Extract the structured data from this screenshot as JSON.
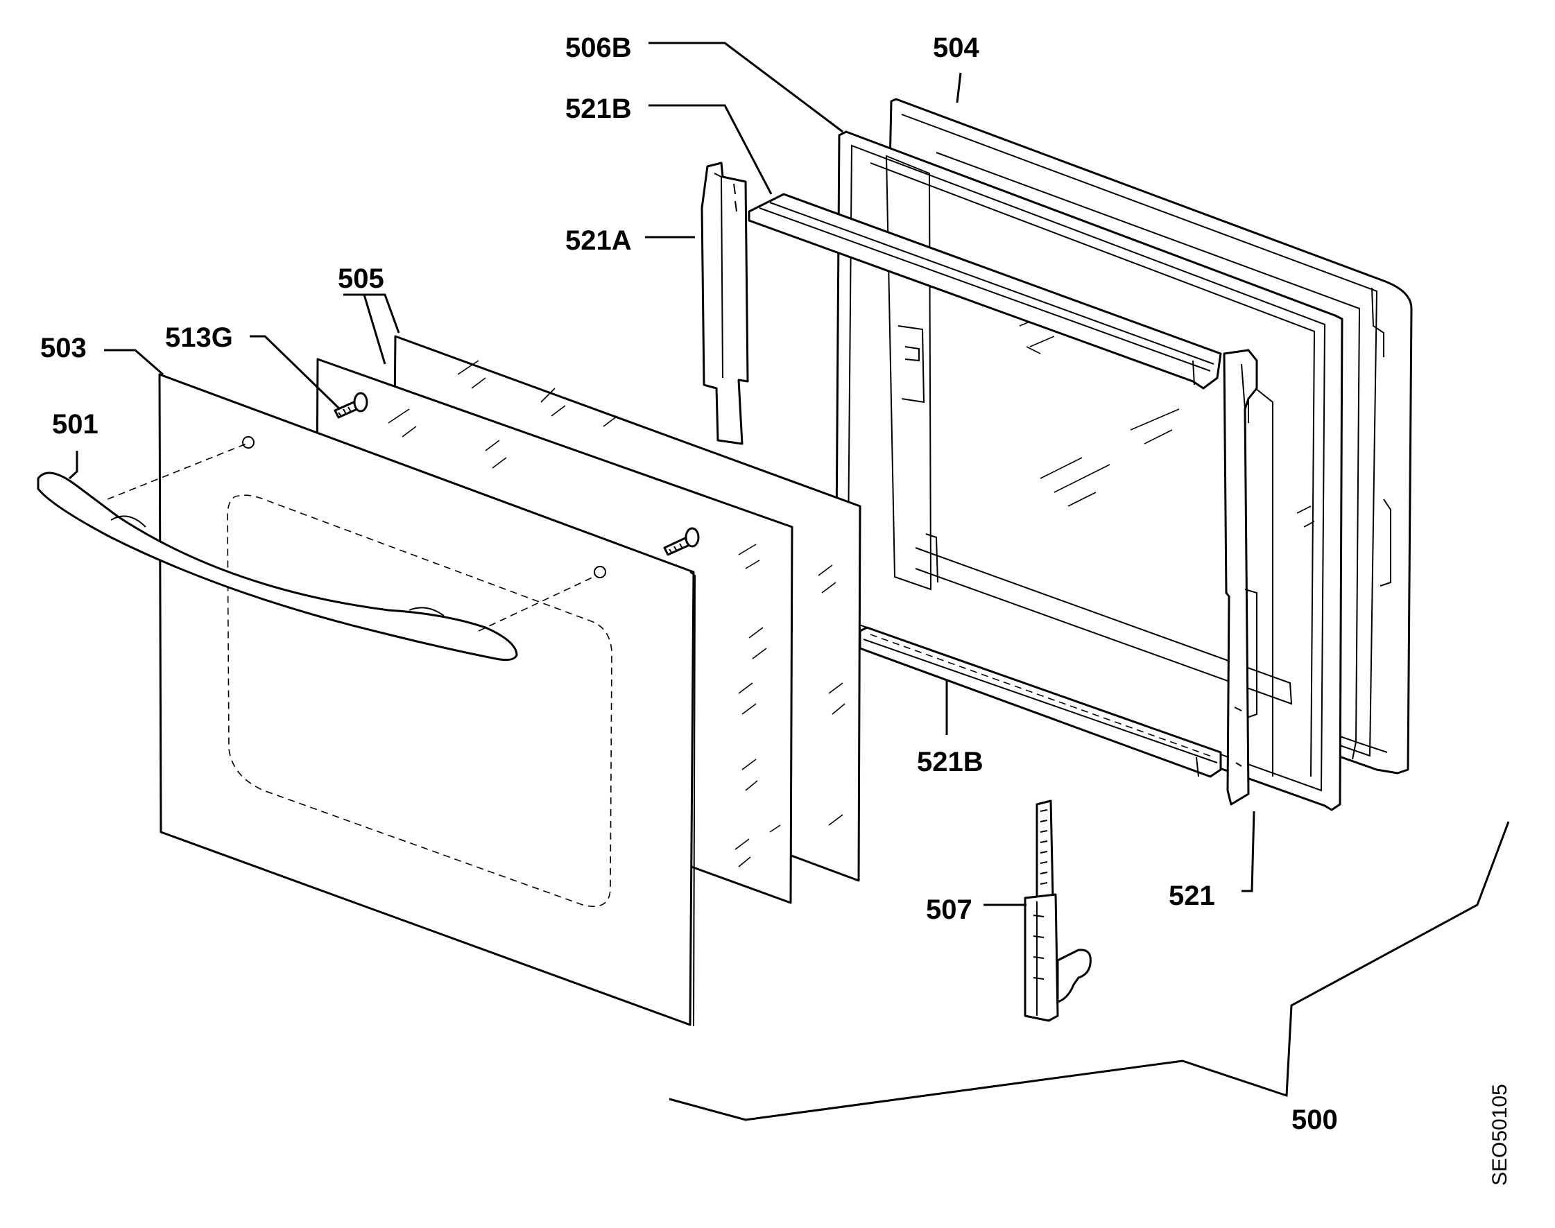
{
  "labels": {
    "p506B": "506B",
    "p504": "504",
    "p521B_top": "521B",
    "p521A": "521A",
    "p505": "505",
    "p503": "503",
    "p513G": "513G",
    "p501": "501",
    "p521B_bottom": "521B",
    "p521": "521",
    "p507": "507",
    "p500": "500"
  },
  "drawing_code": "SEO50105",
  "icons": [
    "handle-icon",
    "screw-icon",
    "hinge-icon"
  ],
  "colors": {
    "ink": "#000000",
    "paper": "#ffffff"
  }
}
